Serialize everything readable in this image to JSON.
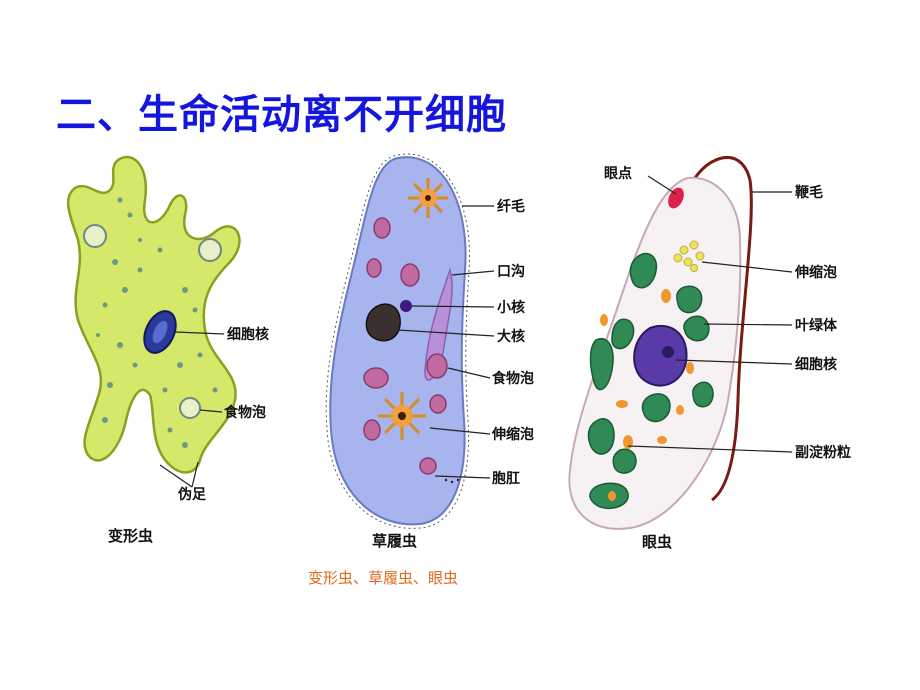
{
  "title": "二、生命活动离不开细胞",
  "caption": "变形虫、草履虫、眼虫",
  "amoeba": {
    "name": "变形虫",
    "labels": {
      "nucleus": "细胞核",
      "food_vacuole": "食物泡",
      "pseudopod": "伪足"
    }
  },
  "paramecium": {
    "name": "草履虫",
    "labels": {
      "cilia": "纤毛",
      "oral_groove": "口沟",
      "micronucleus": "小核",
      "macronucleus": "大核",
      "food_vacuole": "食物泡",
      "contractile_vacuole": "伸缩泡",
      "anal_pore": "胞肛"
    }
  },
  "euglena": {
    "name": "眼虫",
    "labels": {
      "eyespot": "眼点",
      "flagellum": "鞭毛",
      "contractile_vacuole": "伸缩泡",
      "chloroplast": "叶绿体",
      "nucleus": "细胞核",
      "paramylon": "副淀粉粒"
    }
  },
  "colors": {
    "title": "#1515e0",
    "caption": "#e06a1e",
    "amoeba_body": "#d6e86a",
    "paramecium_body": "#a7b4ee",
    "euglena_chloroplast": "#2f8a55",
    "nucleus": "#5a3aa8"
  }
}
